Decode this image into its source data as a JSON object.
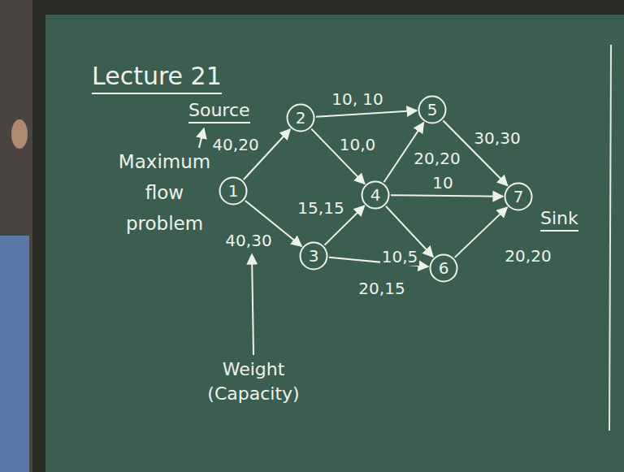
{
  "diagram": {
    "title": "Lecture 21",
    "nodes": [
      {
        "text": [
          "1"
        ]
      },
      {
        "text": [
          "2"
        ]
      },
      {
        "text": [
          "3"
        ]
      },
      {
        "text": [
          "4"
        ]
      },
      {
        "text": [
          "5"
        ]
      },
      {
        "text": [
          "6"
        ]
      },
      {
        "text": [
          "7"
        ]
      }
    ],
    "edges": [
      {
        "from": 0,
        "to": 1,
        "arrow": "to",
        "label": "40,20"
      },
      {
        "from": 0,
        "to": 2,
        "arrow": "to",
        "label": "40,30"
      },
      {
        "from": 1,
        "to": 4,
        "arrow": "to",
        "label": "10, 10"
      },
      {
        "from": 1,
        "to": 3,
        "arrow": "to",
        "label": "10,0"
      },
      {
        "from": 2,
        "to": 3,
        "arrow": "to",
        "label": "15,15"
      },
      {
        "from": 2,
        "to": 5,
        "arrow": "to",
        "label": "20,15"
      },
      {
        "from": 3,
        "to": 4,
        "arrow": "to",
        "label": "20,20"
      },
      {
        "from": 3,
        "to": 6,
        "arrow": "to",
        "label": "10"
      },
      {
        "from": 3,
        "to": 5,
        "arrow": "to",
        "label": "10,5"
      },
      {
        "from": 4,
        "to": 6,
        "arrow": "to",
        "label": "30,30"
      },
      {
        "from": 5,
        "to": 6,
        "arrow": "to",
        "label": "20,20"
      }
    ],
    "labels": [
      "Source",
      "Maximum flow problem",
      "Weight (Capacity)",
      "Sink"
    ]
  }
}
